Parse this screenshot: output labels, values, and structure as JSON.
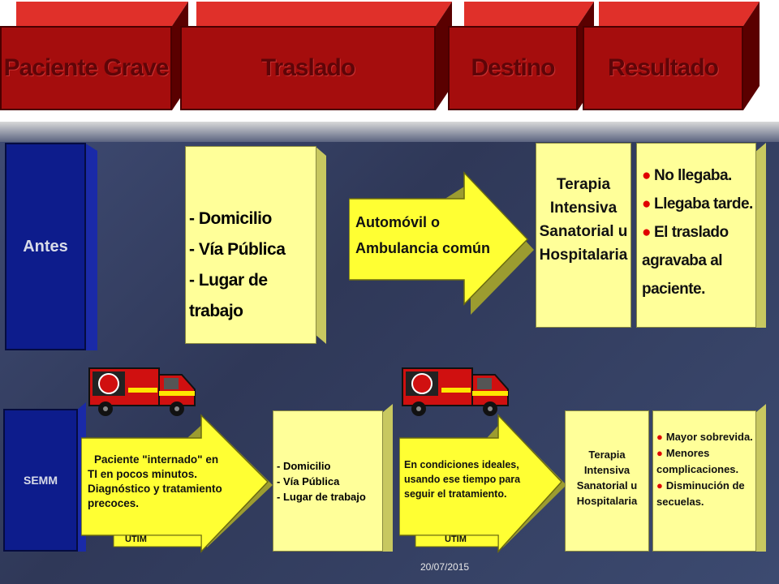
{
  "headers": [
    "Paciente Grave",
    "Traslado",
    "Destino",
    "Resultado"
  ],
  "row_before": {
    "label": "Antes",
    "origins": [
      "- Domicilio",
      "- Vía Pública",
      "- Lugar de trabajo"
    ],
    "transport_line1": "Automóvil o",
    "transport_line2": "Ambulancia común",
    "destination_lines": [
      "Terapia",
      "Intensiva",
      "Sanatorial u",
      "Hospitalaria"
    ],
    "results": [
      "No llegaba.",
      "Llegaba tarde.",
      "El traslado agravaba al paciente."
    ]
  },
  "row_semm": {
    "label": "SEMM",
    "patient_lines": [
      "Paciente \"internado\" en",
      "TI en pocos minutos.",
      "Diagnóstico y tratamiento",
      "precoces."
    ],
    "patient_tag": "UTIM",
    "origins": [
      "- Domicilio",
      "- Vía Pública",
      "- Lugar de trabajo"
    ],
    "transport_lines": [
      "En condiciones ideales,",
      "usando ese tiempo para",
      "seguir el tratamiento."
    ],
    "transport_tag": "UTIM",
    "destination_lines": [
      "Terapia",
      "Intensiva",
      "Sanatorial u",
      "Hospitalaria"
    ],
    "results": [
      "Mayor sobrevida.",
      "Menores complicaciones.",
      "Disminución de secuelas."
    ]
  },
  "footer": {
    "date": "20/07/2015"
  },
  "colors": {
    "header_red": "#a50d0d",
    "label_blue": "#0d1c8c",
    "box_yellow": "#ffff99",
    "bullet_red": "#e00000"
  }
}
